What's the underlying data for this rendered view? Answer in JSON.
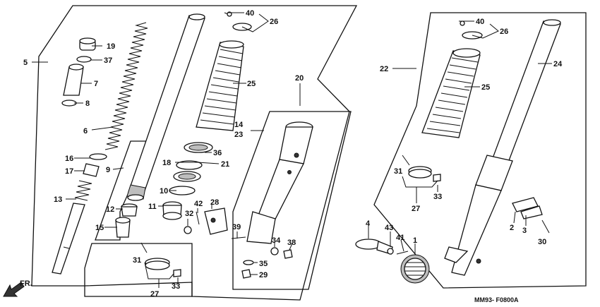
{
  "diagram_code": "MM93- F0800A",
  "direction_label": "FR.",
  "callouts": {
    "c1": "1",
    "c2": "2",
    "c3": "3",
    "c4": "4",
    "c5": "5",
    "c6": "6",
    "c7": "7",
    "c8": "8",
    "c9": "9",
    "c10": "10",
    "c11": "11",
    "c12": "12",
    "c13": "13",
    "c14": "14",
    "c15": "15",
    "c16": "16",
    "c17": "17",
    "c18": "18",
    "c19": "19",
    "c20": "20",
    "c21": "21",
    "c22": "22",
    "c23": "23",
    "c24": "24",
    "c25": "25",
    "c26": "26",
    "c27": "27",
    "c28": "28",
    "c29": "29",
    "c30": "30",
    "c31": "31",
    "c32": "32",
    "c33": "33",
    "c34": "34",
    "c35": "35",
    "c36": "36",
    "c37": "37",
    "c38": "38",
    "c39": "39",
    "c40": "40",
    "c41": "41",
    "c42": "42",
    "c43": "43"
  }
}
